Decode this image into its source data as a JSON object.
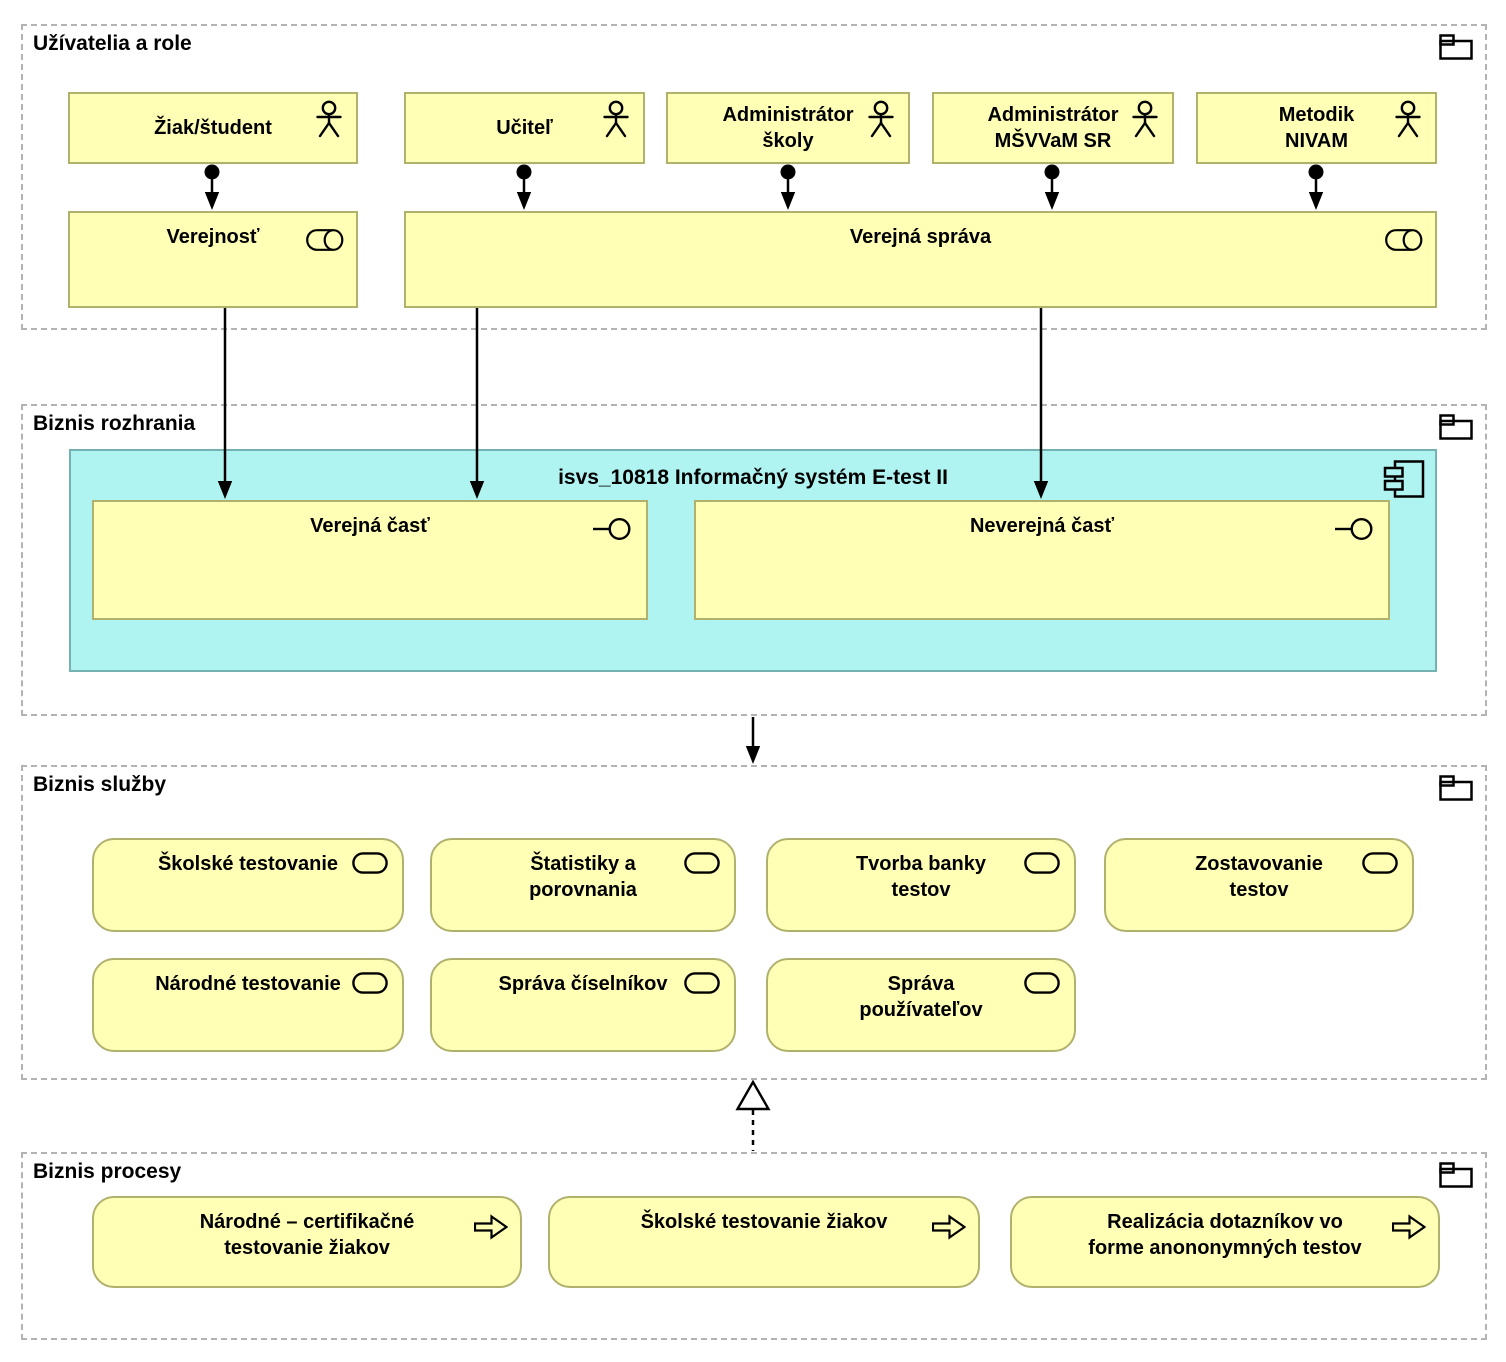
{
  "groups": {
    "users_roles": {
      "label": "Užívatelia a role"
    },
    "business_interfaces": {
      "label": "Biznis rozhrania"
    },
    "business_services": {
      "label": "Biznis služby"
    },
    "business_processes": {
      "label": "Biznis procesy"
    }
  },
  "actors": [
    {
      "label": "Žiak/študent"
    },
    {
      "label": "Učiteľ"
    },
    {
      "label": "Administrátor\nškoly"
    },
    {
      "label": "Administrátor\nMŠVVaM SR"
    },
    {
      "label": "Metodik\nNIVAM"
    }
  ],
  "roles": [
    {
      "label": "Verejnosť"
    },
    {
      "label": "Verejná správa"
    }
  ],
  "system": {
    "label": "isvs_10818 Informačný systém E-test II"
  },
  "interfaces": [
    {
      "label": "Verejná časť"
    },
    {
      "label": "Neverejná časť"
    }
  ],
  "services": [
    {
      "label": "Školské testovanie"
    },
    {
      "label": "Štatistiky a\nporovnania"
    },
    {
      "label": "Tvorba banky\ntestov"
    },
    {
      "label": "Zostavovanie\ntestov"
    },
    {
      "label": "Národné testovanie"
    },
    {
      "label": "Správa číselníkov"
    },
    {
      "label": "Správa\npoužívateľov"
    }
  ],
  "processes": [
    {
      "label": "Národné – certifikačné\ntestovanie žiakov"
    },
    {
      "label": "Školské testovanie žiakov"
    },
    {
      "label": "Realizácia dotazníkov vo\nforme anononymných testov"
    }
  ],
  "colors": {
    "business_fill": "#ffffb5",
    "business_border": "#b1b16e",
    "application_fill": "#b0f4f2",
    "application_border": "#73b2b0",
    "group_border": "#b3b3b3",
    "connector": "#000000"
  }
}
